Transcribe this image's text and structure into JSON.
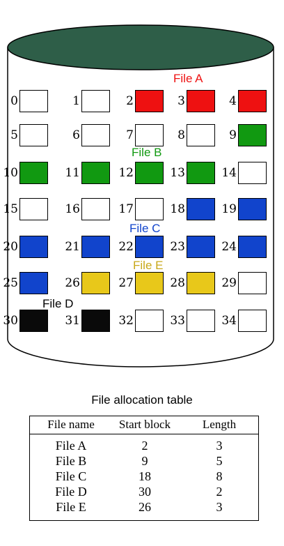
{
  "disk": {
    "blocks": [
      {
        "n": "0",
        "file": ""
      },
      {
        "n": "1",
        "file": ""
      },
      {
        "n": "2",
        "file": "A"
      },
      {
        "n": "3",
        "file": "A"
      },
      {
        "n": "4",
        "file": "A"
      },
      {
        "n": "5",
        "file": ""
      },
      {
        "n": "6",
        "file": ""
      },
      {
        "n": "7",
        "file": ""
      },
      {
        "n": "8",
        "file": ""
      },
      {
        "n": "9",
        "file": "B"
      },
      {
        "n": "10",
        "file": "B"
      },
      {
        "n": "11",
        "file": "B"
      },
      {
        "n": "12",
        "file": "B"
      },
      {
        "n": "13",
        "file": "B"
      },
      {
        "n": "14",
        "file": ""
      },
      {
        "n": "15",
        "file": ""
      },
      {
        "n": "16",
        "file": ""
      },
      {
        "n": "17",
        "file": ""
      },
      {
        "n": "18",
        "file": "C"
      },
      {
        "n": "19",
        "file": "C"
      },
      {
        "n": "20",
        "file": "C"
      },
      {
        "n": "21",
        "file": "C"
      },
      {
        "n": "22",
        "file": "C"
      },
      {
        "n": "23",
        "file": "C"
      },
      {
        "n": "24",
        "file": "C"
      },
      {
        "n": "25",
        "file": "C"
      },
      {
        "n": "26",
        "file": "E"
      },
      {
        "n": "27",
        "file": "E"
      },
      {
        "n": "28",
        "file": "E"
      },
      {
        "n": "29",
        "file": ""
      },
      {
        "n": "30",
        "file": "D"
      },
      {
        "n": "31",
        "file": "D"
      },
      {
        "n": "32",
        "file": ""
      },
      {
        "n": "33",
        "file": ""
      },
      {
        "n": "34",
        "file": ""
      }
    ],
    "file_labels": {
      "A": "File A",
      "B": "File B",
      "C": "File C",
      "D": "File D",
      "E": "File E"
    },
    "colors": {
      "A": "#ee1111",
      "B": "#119911",
      "C": "#1144cc",
      "D": "#0a0a0a",
      "E": "#e8c81a",
      "empty": "#ffffff",
      "disk_top": "#2e5e48"
    }
  },
  "fat": {
    "title": "File allocation table",
    "headers": [
      "File name",
      "Start block",
      "Length"
    ],
    "rows": [
      [
        "File A",
        "2",
        "3"
      ],
      [
        "File B",
        "9",
        "5"
      ],
      [
        "File C",
        "18",
        "8"
      ],
      [
        "File D",
        "30",
        "2"
      ],
      [
        "File E",
        "26",
        "3"
      ]
    ]
  }
}
